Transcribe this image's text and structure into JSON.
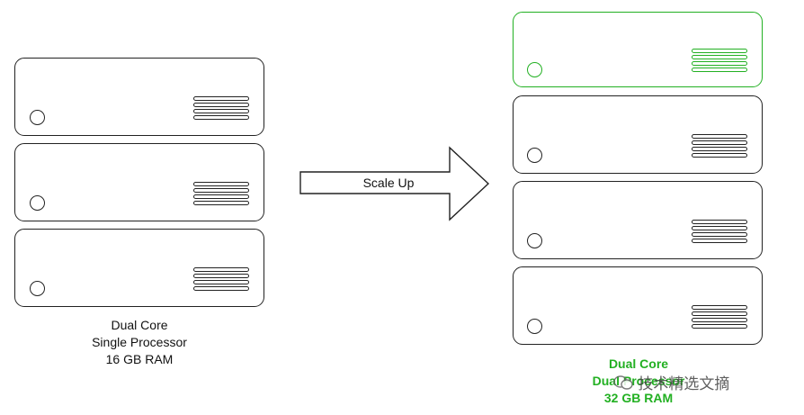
{
  "left_stack": {
    "caption_line1": "Dual Core",
    "caption_line2": "Single Processor",
    "caption_line3": "16 GB RAM"
  },
  "arrow": {
    "label": "Scale Up"
  },
  "right_stack": {
    "caption_line1": "Dual Core",
    "caption_line2": "Dual Processor",
    "caption_line3": "32 GB RAM",
    "highlight_color": "#22b022"
  },
  "watermark": {
    "text": "技术精选文摘"
  }
}
